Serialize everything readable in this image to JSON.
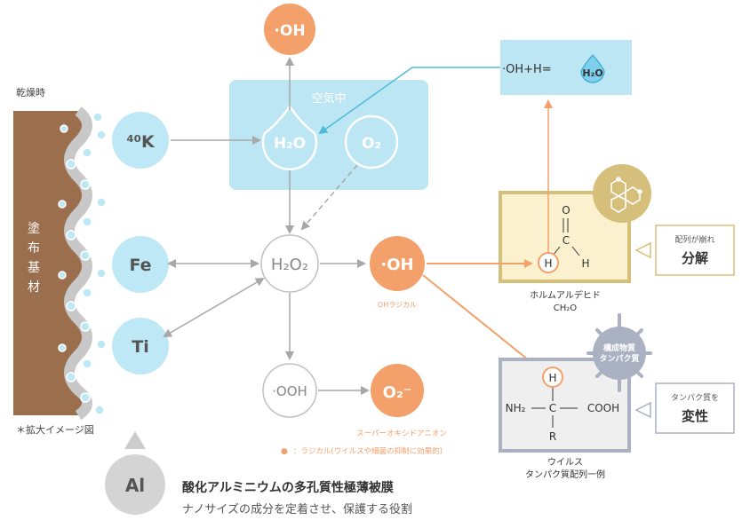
{
  "colors": {
    "light_blue": "#bde6f4",
    "sky_circle": "#bfe8f6",
    "orange": "#f3a06a",
    "brown": "#9b6e4e",
    "gray_line": "#b5b5b5",
    "yellow_box": "#fbf1cf",
    "gold": "#d6bf7a",
    "virus_gray": "#a9b1c2"
  },
  "labels": {
    "dry_time": "乾燥時",
    "substrate": [
      "塗",
      "布",
      "基",
      "材"
    ],
    "enlarged_note": "＊拡大イメージ図",
    "oh_top": "·OH",
    "air": "空気中",
    "h2o": "H₂O",
    "o2": "O₂",
    "k40": "⁴⁰K",
    "fe": "Fe",
    "ti": "Ti",
    "h2o2": "H₂O₂",
    "oh_center": "·OH",
    "oh_radical": "OHラジカル",
    "ooh": "·OOH",
    "o2_minus": "O₂⁻",
    "superoxide": "スーパーオキシドアニオン",
    "legend_dot": "●",
    "legend_text": "：ラジカル(ウイルスや細菌の抑制に効果的)",
    "reaction_left": "·OH+H=",
    "reaction_h2o": "H₂O",
    "formaldehyde_name": "ホルムアルデヒド",
    "formaldehyde_formula": "CH₂O",
    "atom_o": "O",
    "atom_c": "C",
    "atom_h": "H",
    "decompose_caption": "配列が崩れ",
    "decompose_main": "分解",
    "virus_badge_line1": "構成物質",
    "virus_badge_line2": "タンパク質",
    "nh2": "NH₂",
    "cooh": "COOH",
    "atom_r": "R",
    "denature_caption": "タンパク質を",
    "denature_main": "変性",
    "virus_name": "ウイルス",
    "protein_example": "タンパク質配列一例",
    "al": "Al",
    "al_title": "酸化アルミニウムの多孔質性極薄被膜",
    "al_sub": "ナノサイズの成分を定着させ、保護する役割"
  }
}
